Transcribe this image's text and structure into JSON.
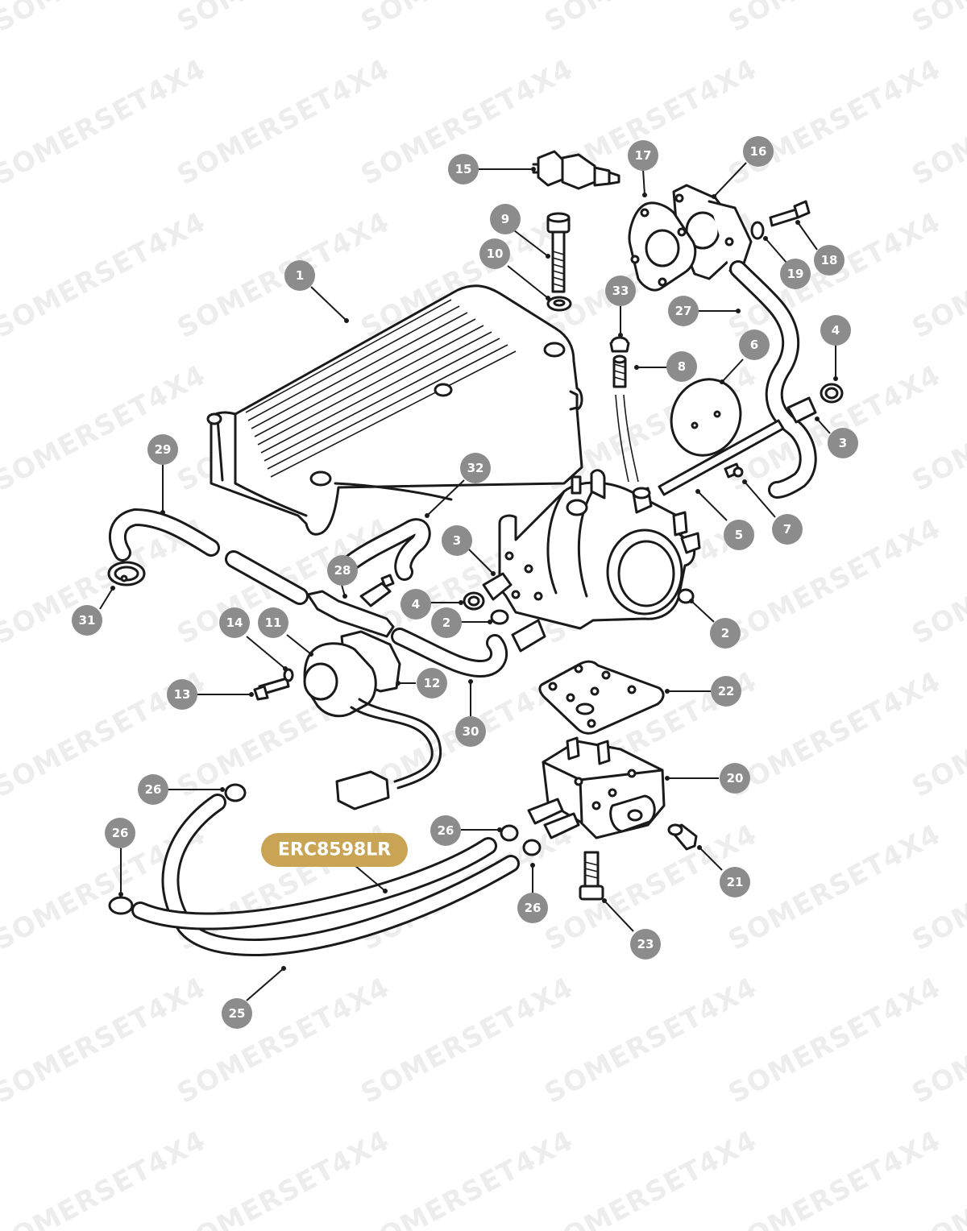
{
  "watermark": {
    "text": "SOMERSET4X4",
    "color": "#ededed"
  },
  "part_number": {
    "label": "ERC8598LR",
    "color": "#c9a455"
  },
  "callout_color": "#8c8c8c",
  "callouts": [
    {
      "id": "c1",
      "label": "1"
    },
    {
      "id": "c2a",
      "label": "2"
    },
    {
      "id": "c2b",
      "label": "2"
    },
    {
      "id": "c3a",
      "label": "3"
    },
    {
      "id": "c3b",
      "label": "3"
    },
    {
      "id": "c4a",
      "label": "4"
    },
    {
      "id": "c4b",
      "label": "4"
    },
    {
      "id": "c5",
      "label": "5"
    },
    {
      "id": "c6",
      "label": "6"
    },
    {
      "id": "c7",
      "label": "7"
    },
    {
      "id": "c8",
      "label": "8"
    },
    {
      "id": "c9",
      "label": "9"
    },
    {
      "id": "c10",
      "label": "10"
    },
    {
      "id": "c11",
      "label": "11"
    },
    {
      "id": "c12",
      "label": "12"
    },
    {
      "id": "c13",
      "label": "13"
    },
    {
      "id": "c14",
      "label": "14"
    },
    {
      "id": "c15",
      "label": "15"
    },
    {
      "id": "c16",
      "label": "16"
    },
    {
      "id": "c17",
      "label": "17"
    },
    {
      "id": "c18",
      "label": "18"
    },
    {
      "id": "c19",
      "label": "19"
    },
    {
      "id": "c20",
      "label": "20"
    },
    {
      "id": "c21",
      "label": "21"
    },
    {
      "id": "c22",
      "label": "22"
    },
    {
      "id": "c23",
      "label": "23"
    },
    {
      "id": "c25",
      "label": "25"
    },
    {
      "id": "c26a",
      "label": "26"
    },
    {
      "id": "c26b",
      "label": "26"
    },
    {
      "id": "c26c",
      "label": "26"
    },
    {
      "id": "c26d",
      "label": "26"
    },
    {
      "id": "c27",
      "label": "27"
    },
    {
      "id": "c28",
      "label": "28"
    },
    {
      "id": "c29",
      "label": "29"
    },
    {
      "id": "c30",
      "label": "30"
    },
    {
      "id": "c31",
      "label": "31"
    },
    {
      "id": "c32",
      "label": "32"
    },
    {
      "id": "c33",
      "label": "33"
    }
  ]
}
